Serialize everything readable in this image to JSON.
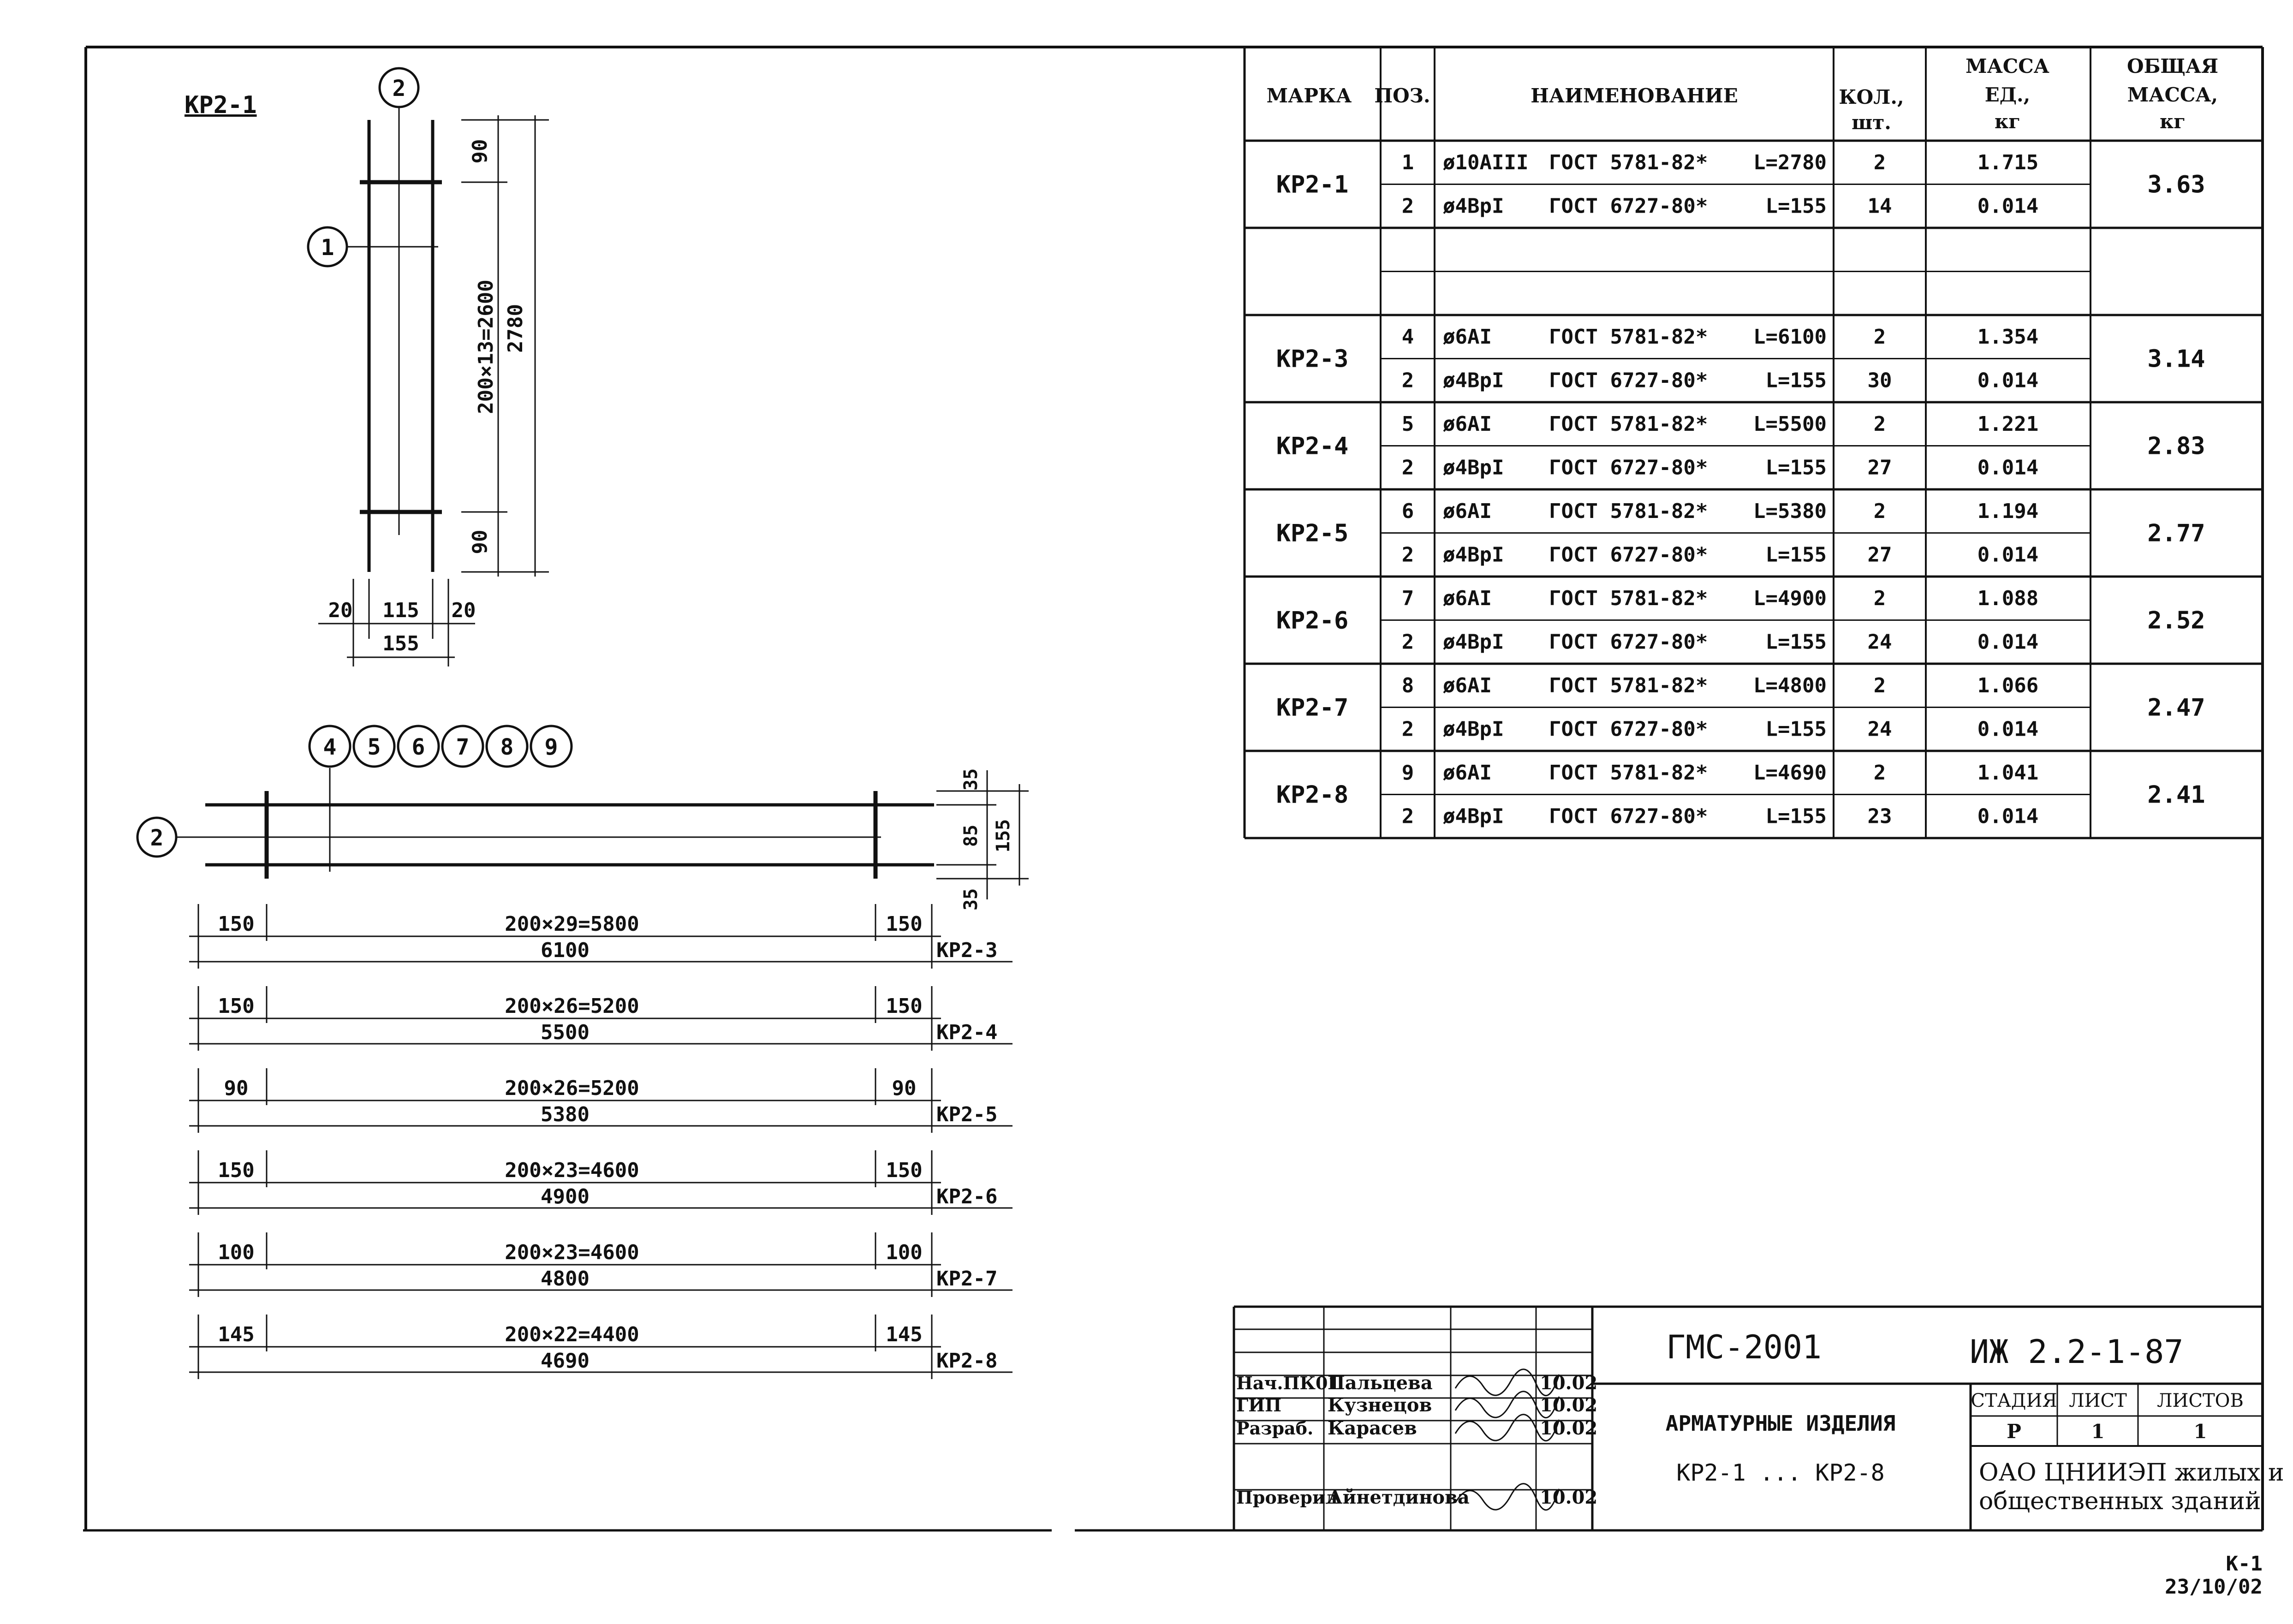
{
  "drawing": {
    "kp21": {
      "title": "КР2-1",
      "pos_bar": "1",
      "pos_rod": "2",
      "dim_top": "90",
      "dim_mid": "200×13=2600",
      "dim_total": "2780",
      "dim_bottom": "90",
      "dim_w_left": "20",
      "dim_w_mid": "115",
      "dim_w_right": "20",
      "dim_width": "155"
    },
    "plan": {
      "positions": [
        "4",
        "5",
        "6",
        "7",
        "8",
        "9"
      ],
      "pos_rod": "2",
      "dim_v_top": "35",
      "dim_v_mid": "85",
      "dim_v_bottom": "35",
      "dim_v_total": "155"
    },
    "dim_rows": [
      {
        "left": "150",
        "middle": "200×29=5800",
        "right": "150",
        "total": "6100",
        "mark": "КР2-3"
      },
      {
        "left": "150",
        "middle": "200×26=5200",
        "right": "150",
        "total": "5500",
        "mark": "КР2-4"
      },
      {
        "left": "90",
        "middle": "200×26=5200",
        "right": "90",
        "total": "5380",
        "mark": "КР2-5"
      },
      {
        "left": "150",
        "middle": "200×23=4600",
        "right": "150",
        "total": "4900",
        "mark": "КР2-6"
      },
      {
        "left": "100",
        "middle": "200×23=4600",
        "right": "100",
        "total": "4800",
        "mark": "КР2-7"
      },
      {
        "left": "145",
        "middle": "200×22=4400",
        "right": "145",
        "total": "4690",
        "mark": "КР2-8"
      }
    ]
  },
  "spec": {
    "headers": {
      "mark": "МАРКА",
      "pos": "ПОЗ.",
      "name": "НАИМЕНОВАНИЕ",
      "qty": [
        "КОЛ.,",
        "шт."
      ],
      "unit_mass": [
        "МАССА",
        "ЕД.,",
        "кг"
      ],
      "total_mass": [
        "ОБЩАЯ",
        "МАССА,",
        "кг"
      ]
    },
    "groups": [
      {
        "mark": "КР2-1",
        "total": "3.63",
        "rows": [
          {
            "pos": "1",
            "dia": "ø10АIII",
            "gost": "ГОСТ 5781-82*",
            "len": "L=2780",
            "qty": "2",
            "mass": "1.715"
          },
          {
            "pos": "2",
            "dia": "ø4ВрI",
            "gost": "ГОСТ 6727-80*",
            "len": "L=155",
            "qty": "14",
            "mass": "0.014"
          }
        ]
      },
      {
        "mark": "",
        "total": "",
        "rows": [
          {
            "pos": "",
            "dia": "",
            "gost": "",
            "len": "",
            "qty": "",
            "mass": ""
          },
          {
            "pos": "",
            "dia": "",
            "gost": "",
            "len": "",
            "qty": "",
            "mass": ""
          }
        ]
      },
      {
        "mark": "КР2-3",
        "total": "3.14",
        "rows": [
          {
            "pos": "4",
            "dia": "ø6АI",
            "gost": "ГОСТ 5781-82*",
            "len": "L=6100",
            "qty": "2",
            "mass": "1.354"
          },
          {
            "pos": "2",
            "dia": "ø4ВрI",
            "gost": "ГОСТ 6727-80*",
            "len": "L=155",
            "qty": "30",
            "mass": "0.014"
          }
        ]
      },
      {
        "mark": "КР2-4",
        "total": "2.83",
        "rows": [
          {
            "pos": "5",
            "dia": "ø6АI",
            "gost": "ГОСТ 5781-82*",
            "len": "L=5500",
            "qty": "2",
            "mass": "1.221"
          },
          {
            "pos": "2",
            "dia": "ø4ВрI",
            "gost": "ГОСТ 6727-80*",
            "len": "L=155",
            "qty": "27",
            "mass": "0.014"
          }
        ]
      },
      {
        "mark": "КР2-5",
        "total": "2.77",
        "rows": [
          {
            "pos": "6",
            "dia": "ø6АI",
            "gost": "ГОСТ 5781-82*",
            "len": "L=5380",
            "qty": "2",
            "mass": "1.194"
          },
          {
            "pos": "2",
            "dia": "ø4ВрI",
            "gost": "ГОСТ 6727-80*",
            "len": "L=155",
            "qty": "27",
            "mass": "0.014"
          }
        ]
      },
      {
        "mark": "КР2-6",
        "total": "2.52",
        "rows": [
          {
            "pos": "7",
            "dia": "ø6АI",
            "gost": "ГОСТ 5781-82*",
            "len": "L=4900",
            "qty": "2",
            "mass": "1.088"
          },
          {
            "pos": "2",
            "dia": "ø4ВрI",
            "gost": "ГОСТ 6727-80*",
            "len": "L=155",
            "qty": "24",
            "mass": "0.014"
          }
        ]
      },
      {
        "mark": "КР2-7",
        "total": "2.47",
        "rows": [
          {
            "pos": "8",
            "dia": "ø6АI",
            "gost": "ГОСТ 5781-82*",
            "len": "L=4800",
            "qty": "2",
            "mass": "1.066"
          },
          {
            "pos": "2",
            "dia": "ø4ВрI",
            "gost": "ГОСТ 6727-80*",
            "len": "L=155",
            "qty": "24",
            "mass": "0.014"
          }
        ]
      },
      {
        "mark": "КР2-8",
        "total": "2.41",
        "rows": [
          {
            "pos": "9",
            "dia": "ø6АI",
            "gost": "ГОСТ 5781-82*",
            "len": "L=4690",
            "qty": "2",
            "mass": "1.041"
          },
          {
            "pos": "2",
            "dia": "ø4ВрI",
            "gost": "ГОСТ 6727-80*",
            "len": "L=155",
            "qty": "23",
            "mass": "0.014"
          }
        ]
      }
    ]
  },
  "title_block": {
    "people": [
      {
        "role": "Нач.ПК01",
        "name": "Пальцева",
        "date": "10.02"
      },
      {
        "role": "ГИП",
        "name": "Кузнецов",
        "date": "10.02"
      },
      {
        "role": "Разраб.",
        "name": "Карасев",
        "date": "10.02"
      },
      {
        "role": "Проверил",
        "name": "Айнетдинова",
        "date": "10.02"
      }
    ],
    "project": "ГМС-2001",
    "code": "ИЖ 2.2-1-87",
    "doc_title_1": "АРМАТУРНЫЕ ИЗДЕЛИЯ",
    "doc_title_2": "КР2-1 ... КР2-8",
    "stage_header": "СТАДИЯ",
    "sheet_header": "ЛИСТ",
    "sheets_header": "ЛИСТОВ",
    "stage": "Р",
    "sheet": "1",
    "sheets": "1",
    "org_1": "ОАО ЦНИИЭП жилых и",
    "org_2": "общественных зданий"
  },
  "footer": {
    "sheet_code": "К-1",
    "date": "23/10/02"
  }
}
